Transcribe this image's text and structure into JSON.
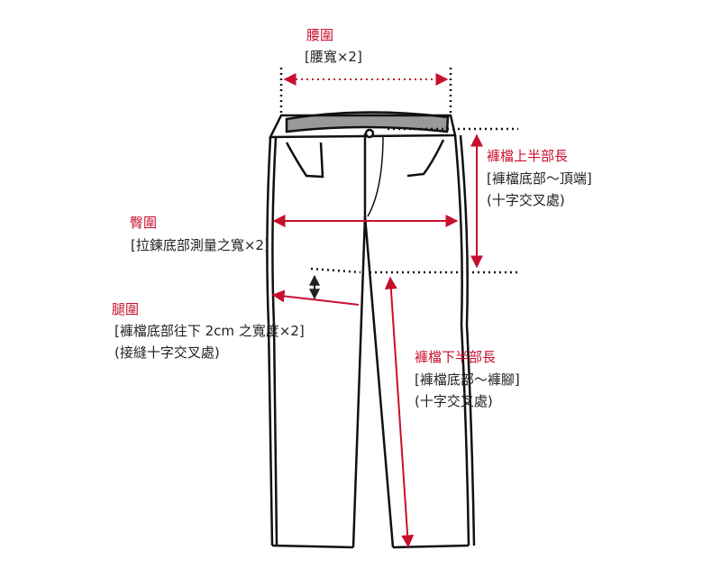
{
  "colors": {
    "accent": "#c8102e",
    "line": "#111111",
    "waistband_inner": "#999999"
  },
  "waist": {
    "title": "腰圍",
    "note": "[腰寬×2]"
  },
  "hip": {
    "title": "臀圍",
    "note": "[拉鍊底部測量之寬×2]"
  },
  "thigh": {
    "title": "腿圍",
    "note": "[褲檔底部往下 2cm 之寬度×2]",
    "note2": "(接縫十字交叉處)"
  },
  "rise": {
    "title": "褲檔上半部長",
    "note": "[褲檔底部～頂端]",
    "note2": "(十字交叉處)"
  },
  "inseam": {
    "title": "褲檔下半部長",
    "note": "[褲檔底部～褲腳]",
    "note2": "(十字交叉處)"
  }
}
